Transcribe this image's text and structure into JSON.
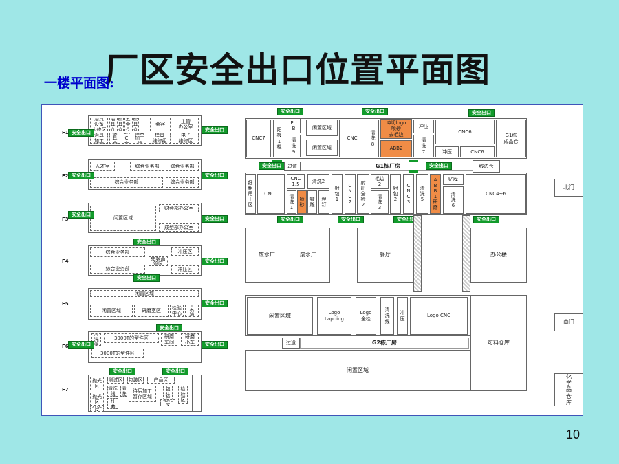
{
  "title": "厂区安全出口位置平面图",
  "subtitle": "一楼平面图:",
  "page_number": "10",
  "exit_label": "安全出口",
  "colors": {
    "background": "#9fe7e7",
    "exit_green": "#129b2b",
    "highlight_orange": "#f08c46",
    "title_blue": "#0000cc"
  },
  "left_plan": {
    "floors": [
      "F1",
      "F2",
      "F3",
      "F4",
      "F5",
      "F6",
      "F7"
    ],
    "f1": [
      "治具\n设备\n大修区",
      "治\n具\n仓",
      "模\n具\n仓",
      "五\n金\n仓",
      "模\n具\n仓",
      "会客",
      "主管\n办公室",
      "治具\n加工",
      "模\n具\n仓",
      "CN\nC\n仓",
      "模具\n加工\n组",
      "模具\n维修组",
      "电子\n维修区"
    ],
    "f2": [
      "人才室",
      "综合业务部",
      "综合业务部",
      "综合业务部",
      "综合业务部"
    ],
    "f3": [
      "闲置区域",
      "财会部办公室",
      "成型部办公室"
    ],
    "f4": [
      "综合业务部",
      "冲压区",
      "组装品\n管区",
      "综合业务部",
      "冲压区"
    ],
    "f5": [
      "闲置区域",
      "闲置区域",
      "研磨室区",
      "检验\n中心",
      "工\n务\n课"
    ],
    "f6": [
      "清\n洗\n线",
      "3000T的型件区",
      "研磨\n车间",
      "研磨\n小车",
      "3000T的型件区"
    ],
    "f7": [
      "抛光区",
      "测试区",
      "包装区",
      "清洗\n线",
      "清\n洗",
      "产品区",
      "抛光区",
      "待后加工\n暂存区域",
      "包\n装\n区",
      "检\n验\n区",
      "打\n磨",
      "钻孔区",
      "开发区"
    ]
  },
  "main_plan": {
    "g1_label": "G1栋厂房",
    "g2_label": "G2栋厂房",
    "passage": "过道",
    "cells": {
      "cnc7": "CNC7",
      "yangji": "阳\n极\n1\n栓",
      "pu": "PU\nB",
      "xian1": "闲置区域",
      "qingxi9": "清\n洗\n9",
      "xian2": "闲置区域",
      "cnc": "CNC",
      "qingxi8": "清\n洗\n8",
      "chongqie": "冲切logo\n喷砂\n去毛边",
      "abb2": "ABB2",
      "chongya": "冲压",
      "qingxi7": "清\n洗\n7",
      "chongya2": "冲压",
      "cnc6a": "CNC6",
      "cnc6b": "CNC6",
      "g1store": "G1栋\n成品仓",
      "xianbian": "线边仓",
      "xigang": "细\n粗\n甩\n干\n区",
      "cnc1": "CNC1",
      "cnc15": "CNC\n1.5",
      "qingxi2": "清洗2",
      "qingxi1": "清\n洗\n1",
      "pensha": "喷\n砂",
      "leidiao": "镭\n雕",
      "maiding": "埋\n钉",
      "shebao1": "射\n包\n1",
      "cnc2": "C\nN\nC\n2",
      "shechu": "射\n出\n全\n检\n2",
      "maobian": "毛边\n2",
      "qingxi3": "清\n洗\n3",
      "shebao2": "射\n包\n2",
      "cnc3": "C\nN\nC\n3",
      "qingxi5": "清\n洗\n5",
      "abb1": "A\nB\nB\n1\n研\n磨",
      "tiemo": "贴膜",
      "qingxi6": "清\n洗\n6",
      "cnc46": "CNC4~6",
      "feishui1": "废水厂",
      "feishui2": "废水厂",
      "canting": "餐厅",
      "bangong": "办公楼",
      "xian3": "闲置区域",
      "logolap": "Logo\nLapping",
      "logoqj": "Logo\n全检",
      "qingxixian": "清\n洗\n线",
      "chongya3": "冲\n压",
      "logocnc": "Logo CNC",
      "kelie": "可料仓库",
      "xian4": "闲置区域"
    },
    "gates": {
      "north": "北门",
      "south": "南门",
      "chem": "化\n学\n品\n仓\n库"
    }
  }
}
